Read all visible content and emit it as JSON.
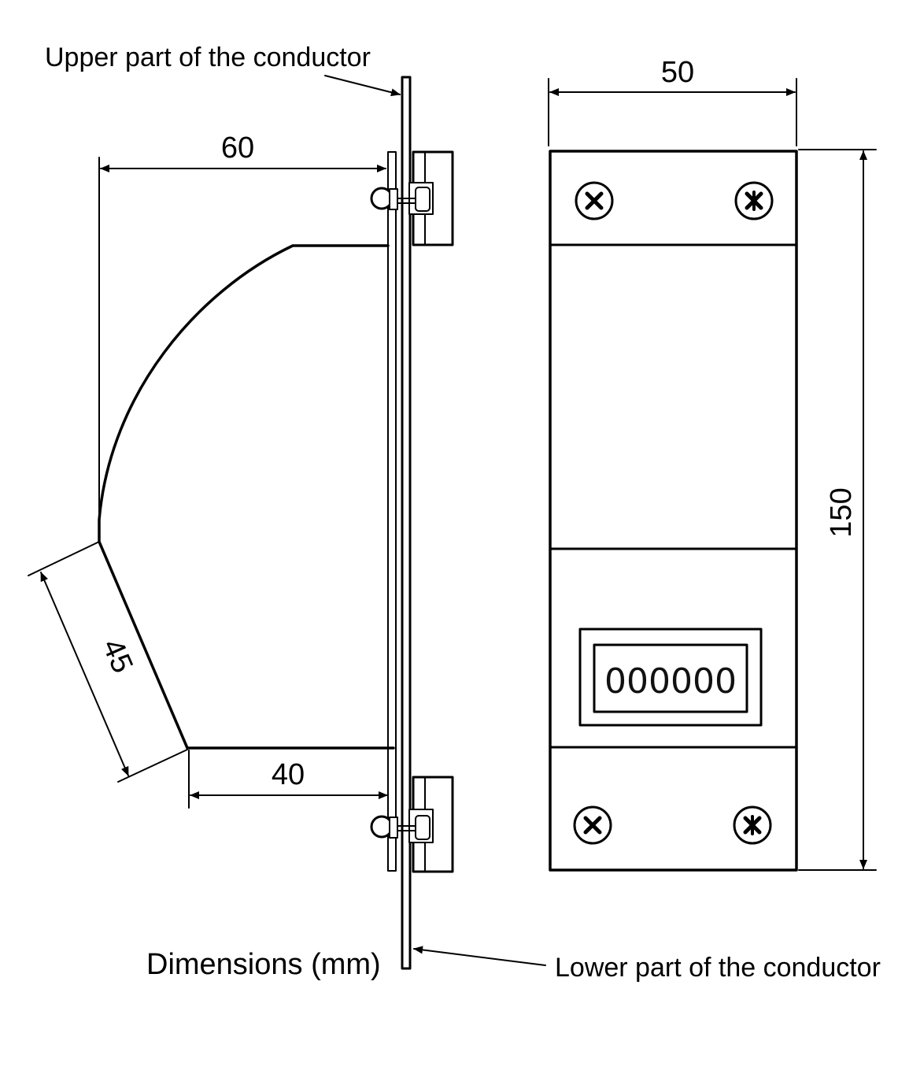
{
  "labels": {
    "upper_conductor": "Upper part of the conductor",
    "lower_conductor": "Lower part of the conductor",
    "units": "Dimensions (mm)"
  },
  "dimensions": {
    "top_arm": "60",
    "diagonal": "45",
    "bottom_arm": "40",
    "front_width": "50",
    "front_height": "150"
  },
  "counter_display": "000000"
}
